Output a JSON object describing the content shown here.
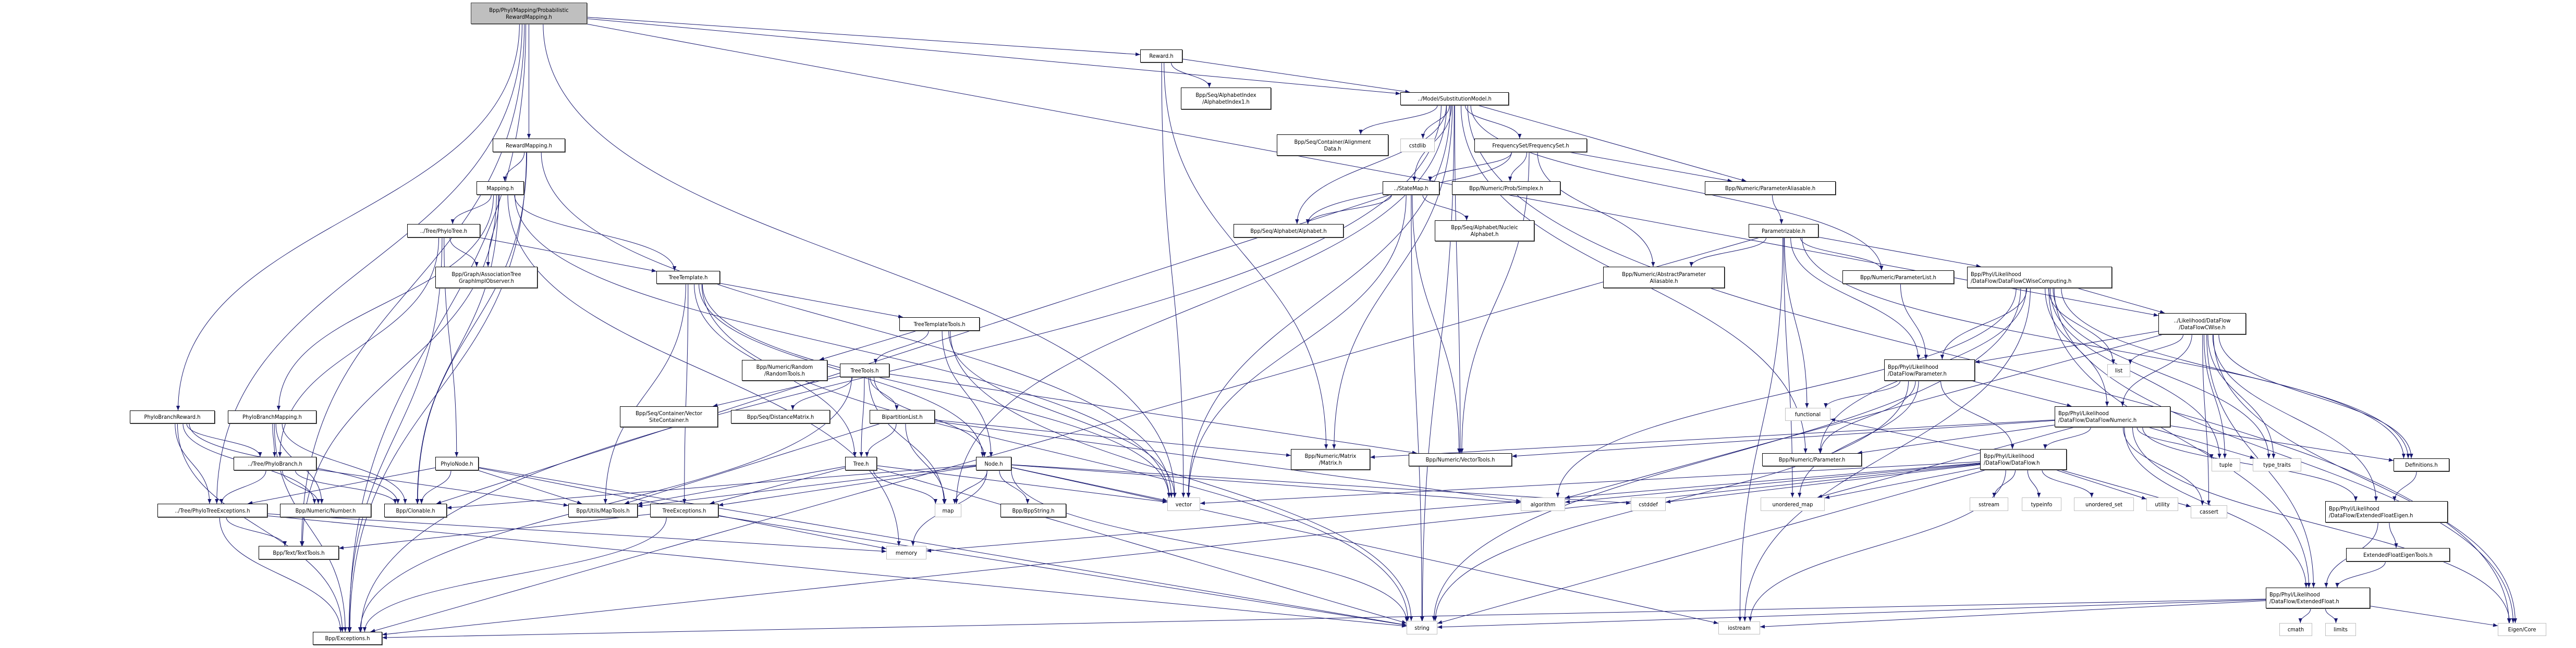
{
  "title": "Bpp/Phyl/Mapping/ProbabilisticRewardMapping.h include dependency graph",
  "colors": {
    "edge": "#191970",
    "root_fill": "#bfbfbf",
    "node_border": "#000000",
    "system_border": "#bfbfbf"
  },
  "nodes": [
    {
      "id": "root",
      "label": "Bpp/Phyl/Mapping/Probabilistic\nRewardMapping.h",
      "kind": "root"
    },
    {
      "id": "reward",
      "label": "Reward.h",
      "kind": "file"
    },
    {
      "id": "alphaidx",
      "label": "Bpp/Seq/AlphabetIndex\n/AlphabetIndex1.h",
      "kind": "file"
    },
    {
      "id": "submodel",
      "label": "../Model/SubstitutionModel.h",
      "kind": "file"
    },
    {
      "id": "rewardmapping",
      "label": "RewardMapping.h",
      "kind": "file"
    },
    {
      "id": "mapping",
      "label": "Mapping.h",
      "kind": "file"
    },
    {
      "id": "phylotree",
      "label": "../Tree/PhyloTree.h",
      "kind": "file"
    },
    {
      "id": "assoc",
      "label": "Bpp/Graph/AssociationTree\nGraphImplObserver.h",
      "kind": "file"
    },
    {
      "id": "aligndata",
      "label": "Bpp/Seq/Container/Alignment\nData.h",
      "kind": "file"
    },
    {
      "id": "cstdlib",
      "label": "cstdlib",
      "kind": "system"
    },
    {
      "id": "freqset",
      "label": "FrequencySet/FrequencySet.h",
      "kind": "file"
    },
    {
      "id": "statemap",
      "label": "../StateMap.h",
      "kind": "file"
    },
    {
      "id": "simplex",
      "label": "Bpp/Numeric/Prob/Simplex.h",
      "kind": "file"
    },
    {
      "id": "alphabet",
      "label": "Bpp/Seq/Alphabet/Alphabet.h",
      "kind": "file"
    },
    {
      "id": "nucalpha",
      "label": "Bpp/Seq/Alphabet/Nucleic\nAlphabet.h",
      "kind": "file"
    },
    {
      "id": "paramalias",
      "label": "Bpp/Numeric/ParameterAliasable.h",
      "kind": "file"
    },
    {
      "id": "parametrizable",
      "label": "Parametrizable.h",
      "kind": "file"
    },
    {
      "id": "absparamalias",
      "label": "Bpp/Numeric/AbstractParameter\nAliasable.h",
      "kind": "file"
    },
    {
      "id": "paramlist",
      "label": "Bpp/Numeric/ParameterList.h",
      "kind": "file"
    },
    {
      "id": "dfcwisecomp",
      "label": "Bpp/Phyl/Likelihood\n/DataFlow/DataFlowCWiseComputing.h",
      "kind": "file",
      "align": "left"
    },
    {
      "id": "dfcwise",
      "label": "../Likelihood/DataFlow\n/DataFlowCWise.h",
      "kind": "file"
    },
    {
      "id": "list",
      "label": "list",
      "kind": "system"
    },
    {
      "id": "dfparam",
      "label": "Bpp/Phyl/Likelihood\n/DataFlow/Parameter.h",
      "kind": "file",
      "align": "left"
    },
    {
      "id": "functional",
      "label": "functional",
      "kind": "system"
    },
    {
      "id": "dfnumeric",
      "label": "Bpp/Phyl/Likelihood\n/DataFlow/DataFlowNumeric.h",
      "kind": "file",
      "align": "left"
    },
    {
      "id": "numparam",
      "label": "Bpp/Numeric/Parameter.h",
      "kind": "file"
    },
    {
      "id": "dataflow",
      "label": "Bpp/Phyl/Likelihood\n/DataFlow/DataFlow.h",
      "kind": "file",
      "align": "left"
    },
    {
      "id": "unordered_map",
      "label": "unordered_map",
      "kind": "system"
    },
    {
      "id": "sstream",
      "label": "sstream",
      "kind": "system"
    },
    {
      "id": "typeinfo",
      "label": "typeinfo",
      "kind": "system"
    },
    {
      "id": "unordered_set",
      "label": "unordered_set",
      "kind": "system"
    },
    {
      "id": "utility",
      "label": "utility",
      "kind": "system"
    },
    {
      "id": "tuple",
      "label": "tuple",
      "kind": "system"
    },
    {
      "id": "type_traits",
      "label": "type_traits",
      "kind": "system"
    },
    {
      "id": "definitions",
      "label": "Definitions.h",
      "kind": "file"
    },
    {
      "id": "cassert",
      "label": "cassert",
      "kind": "system"
    },
    {
      "id": "extfloateigen",
      "label": "Bpp/Phyl/Likelihood\n/DataFlow/ExtendedFloatEigen.h",
      "kind": "file",
      "align": "left"
    },
    {
      "id": "extfloateigentools",
      "label": "ExtendedFloatEigenTools.h",
      "kind": "file"
    },
    {
      "id": "extfloat",
      "label": "Bpp/Phyl/Likelihood\n/DataFlow/ExtendedFloat.h",
      "kind": "file",
      "align": "left"
    },
    {
      "id": "cmath",
      "label": "cmath",
      "kind": "system"
    },
    {
      "id": "limits",
      "label": "limits",
      "kind": "system"
    },
    {
      "id": "eigencore",
      "label": "Eigen/Core",
      "kind": "system"
    },
    {
      "id": "iostream",
      "label": "iostream",
      "kind": "system"
    },
    {
      "id": "string",
      "label": "string",
      "kind": "system"
    },
    {
      "id": "vector",
      "label": "vector",
      "kind": "system"
    },
    {
      "id": "algorithm",
      "label": "algorithm",
      "kind": "system"
    },
    {
      "id": "cstddef",
      "label": "cstddef",
      "kind": "system"
    },
    {
      "id": "matrix",
      "label": "Bpp/Numeric/Matrix\n/Matrix.h",
      "kind": "file"
    },
    {
      "id": "vectortools",
      "label": "Bpp/Numeric/VectorTools.h",
      "kind": "file"
    },
    {
      "id": "treetemplate",
      "label": "TreeTemplate.h",
      "kind": "file"
    },
    {
      "id": "treetemplatetools",
      "label": "TreeTemplateTools.h",
      "kind": "file"
    },
    {
      "id": "randomtools",
      "label": "Bpp/Numeric/Random\n/RandomTools.h",
      "kind": "file"
    },
    {
      "id": "treetools",
      "label": "TreeTools.h",
      "kind": "file"
    },
    {
      "id": "vsc",
      "label": "Bpp/Seq/Container/Vector\nSiteContainer.h",
      "kind": "file"
    },
    {
      "id": "distmatrix",
      "label": "Bpp/Seq/DistanceMatrix.h",
      "kind": "file"
    },
    {
      "id": "bipartition",
      "label": "BipartitionList.h",
      "kind": "file"
    },
    {
      "id": "tree",
      "label": "Tree.h",
      "kind": "file"
    },
    {
      "id": "node",
      "label": "Node.h",
      "kind": "file"
    },
    {
      "id": "maptools",
      "label": "Bpp/Utils/MapTools.h",
      "kind": "file"
    },
    {
      "id": "treeexc",
      "label": "TreeExceptions.h",
      "kind": "file"
    },
    {
      "id": "map",
      "label": "map",
      "kind": "system"
    },
    {
      "id": "bppstring",
      "label": "Bpp/BppString.h",
      "kind": "file"
    },
    {
      "id": "memory",
      "label": "memory",
      "kind": "system"
    },
    {
      "id": "pbreward",
      "label": "PhyloBranchReward.h",
      "kind": "file"
    },
    {
      "id": "pbmapping",
      "label": "PhyloBranchMapping.h",
      "kind": "file"
    },
    {
      "id": "phylobranch",
      "label": "../Tree/PhyloBranch.h",
      "kind": "file"
    },
    {
      "id": "phylonode",
      "label": "PhyloNode.h",
      "kind": "file"
    },
    {
      "id": "phylotreeexc",
      "label": "../Tree/PhyloTreeExceptions.h",
      "kind": "file"
    },
    {
      "id": "number",
      "label": "Bpp/Numeric/Number.h",
      "kind": "file"
    },
    {
      "id": "clonable",
      "label": "Bpp/Clonable.h",
      "kind": "file"
    },
    {
      "id": "texttools",
      "label": "Bpp/Text/TextTools.h",
      "kind": "file"
    },
    {
      "id": "exceptions",
      "label": "Bpp/Exceptions.h",
      "kind": "file"
    }
  ],
  "edges": [
    [
      "root",
      "reward"
    ],
    [
      "root",
      "rewardmapping"
    ],
    [
      "root",
      "submodel"
    ],
    [
      "root",
      "pbreward"
    ],
    [
      "root",
      "phylotreeexc"
    ],
    [
      "root",
      "exceptions"
    ],
    [
      "root",
      "texttools"
    ],
    [
      "root",
      "vector"
    ],
    [
      "root",
      "dfcwise"
    ],
    [
      "reward",
      "alphaidx"
    ],
    [
      "reward",
      "submodel"
    ],
    [
      "reward",
      "matrix"
    ],
    [
      "reward",
      "vector"
    ],
    [
      "submodel",
      "aligndata"
    ],
    [
      "submodel",
      "cstdlib"
    ],
    [
      "submodel",
      "freqset"
    ],
    [
      "submodel",
      "statemap"
    ],
    [
      "submodel",
      "alphabet"
    ],
    [
      "submodel",
      "paramalias"
    ],
    [
      "submodel",
      "paramlist"
    ],
    [
      "submodel",
      "matrix"
    ],
    [
      "submodel",
      "vectortools"
    ],
    [
      "submodel",
      "numparam"
    ],
    [
      "submodel",
      "eigencore"
    ],
    [
      "submodel",
      "exceptions"
    ],
    [
      "submodel",
      "string"
    ],
    [
      "submodel",
      "map"
    ],
    [
      "submodel",
      "vector"
    ],
    [
      "freqset",
      "statemap"
    ],
    [
      "freqset",
      "simplex"
    ],
    [
      "freqset",
      "alphabet"
    ],
    [
      "freqset",
      "paramalias"
    ],
    [
      "freqset",
      "absparamalias"
    ],
    [
      "freqset",
      "vectortools"
    ],
    [
      "statemap",
      "alphabet"
    ],
    [
      "statemap",
      "nucalpha"
    ],
    [
      "statemap",
      "clonable"
    ],
    [
      "statemap",
      "vectortools"
    ],
    [
      "statemap",
      "string"
    ],
    [
      "statemap",
      "vector"
    ],
    [
      "paramalias",
      "parametrizable"
    ],
    [
      "parametrizable",
      "absparamalias"
    ],
    [
      "parametrizable",
      "paramlist"
    ],
    [
      "parametrizable",
      "dfcwisecomp"
    ],
    [
      "parametrizable",
      "dfparam"
    ],
    [
      "parametrizable",
      "functional"
    ],
    [
      "parametrizable",
      "iostream"
    ],
    [
      "parametrizable",
      "unordered_map"
    ],
    [
      "parametrizable",
      "exceptions"
    ],
    [
      "parametrizable",
      "definitions"
    ],
    [
      "paramlist",
      "dfparam"
    ],
    [
      "dfcwisecomp",
      "dfcwise"
    ],
    [
      "dfcwisecomp",
      "dfparam"
    ],
    [
      "dfcwisecomp",
      "list"
    ],
    [
      "dfcwisecomp",
      "dfnumeric"
    ],
    [
      "dfcwisecomp",
      "numparam"
    ],
    [
      "dfcwisecomp",
      "definitions"
    ],
    [
      "dfcwisecomp",
      "tuple"
    ],
    [
      "dfcwisecomp",
      "type_traits"
    ],
    [
      "dfcwisecomp",
      "eigencore"
    ],
    [
      "dfcwisecomp",
      "extfloat"
    ],
    [
      "dfcwisecomp",
      "string"
    ],
    [
      "dfcwisecomp",
      "algorithm"
    ],
    [
      "dfcwisecomp",
      "iostream"
    ],
    [
      "dfcwise",
      "list"
    ],
    [
      "dfcwise",
      "dfparam"
    ],
    [
      "dfcwise",
      "dfnumeric"
    ],
    [
      "dfcwise",
      "tuple"
    ],
    [
      "dfcwise",
      "type_traits"
    ],
    [
      "dfcwise",
      "cassert"
    ],
    [
      "dfcwise",
      "definitions"
    ],
    [
      "dfcwise",
      "extfloateigen"
    ],
    [
      "dfcwise",
      "extfloat"
    ],
    [
      "dfcwise",
      "eigencore"
    ],
    [
      "dfcwise",
      "algorithm"
    ],
    [
      "dfparam",
      "functional"
    ],
    [
      "dfparam",
      "numparam"
    ],
    [
      "dfparam",
      "dfnumeric"
    ],
    [
      "dfparam",
      "dataflow"
    ],
    [
      "dfparam",
      "unordered_map"
    ],
    [
      "dfparam",
      "string"
    ],
    [
      "dfnumeric",
      "dataflow"
    ],
    [
      "dfnumeric",
      "numparam"
    ],
    [
      "dfnumeric",
      "tuple"
    ],
    [
      "dfnumeric",
      "type_traits"
    ],
    [
      "dfnumeric",
      "cassert"
    ],
    [
      "dfnumeric",
      "definitions"
    ],
    [
      "dfnumeric",
      "extfloateigen"
    ],
    [
      "dfnumeric",
      "extfloat"
    ],
    [
      "dfnumeric",
      "eigencore"
    ],
    [
      "dfnumeric",
      "vectortools"
    ],
    [
      "dfnumeric",
      "matrix"
    ],
    [
      "dfnumeric",
      "unordered_map"
    ],
    [
      "dataflow",
      "sstream"
    ],
    [
      "dataflow",
      "typeinfo"
    ],
    [
      "dataflow",
      "unordered_set"
    ],
    [
      "dataflow",
      "utility"
    ],
    [
      "dataflow",
      "unordered_map"
    ],
    [
      "dataflow",
      "cassert"
    ],
    [
      "dataflow",
      "iostream"
    ],
    [
      "dataflow",
      "string"
    ],
    [
      "dataflow",
      "memory"
    ],
    [
      "dataflow",
      "exceptions"
    ],
    [
      "dataflow",
      "vector"
    ],
    [
      "dataflow",
      "cstddef"
    ],
    [
      "dataflow",
      "algorithm"
    ],
    [
      "dataflow",
      "functional"
    ],
    [
      "definitions",
      "extfloateigen"
    ],
    [
      "extfloateigen",
      "extfloateigentools"
    ],
    [
      "extfloateigen",
      "extfloat"
    ],
    [
      "extfloateigentools",
      "extfloat"
    ],
    [
      "extfloat",
      "cmath"
    ],
    [
      "extfloat",
      "limits"
    ],
    [
      "extfloat",
      "eigencore"
    ],
    [
      "extfloat",
      "iostream"
    ],
    [
      "extfloat",
      "string"
    ],
    [
      "extfloat",
      "exceptions"
    ],
    [
      "rewardmapping",
      "mapping"
    ],
    [
      "rewardmapping",
      "clonable"
    ],
    [
      "rewardmapping",
      "vector"
    ],
    [
      "rewardmapping",
      "exceptions"
    ],
    [
      "mapping",
      "phylotree"
    ],
    [
      "mapping",
      "assoc"
    ],
    [
      "mapping",
      "pbmapping"
    ],
    [
      "mapping",
      "clonable"
    ],
    [
      "mapping",
      "treetemplate"
    ],
    [
      "mapping",
      "vector"
    ],
    [
      "mapping",
      "memory"
    ],
    [
      "mapping",
      "texttools"
    ],
    [
      "phylotree",
      "assoc"
    ],
    [
      "phylotree",
      "phylobranch"
    ],
    [
      "phylotree",
      "phylonode"
    ],
    [
      "phylotree",
      "treetemplate"
    ],
    [
      "phylotree",
      "exceptions"
    ],
    [
      "treetemplate",
      "treetemplatetools"
    ],
    [
      "treetemplate",
      "treeexc"
    ],
    [
      "treetemplate",
      "tree"
    ],
    [
      "treetemplate",
      "node"
    ],
    [
      "treetemplate",
      "string"
    ],
    [
      "treetemplate",
      "vector"
    ],
    [
      "treetemplate",
      "maptools"
    ],
    [
      "treetemplatetools",
      "randomtools"
    ],
    [
      "treetemplatetools",
      "treetools"
    ],
    [
      "treetemplatetools",
      "node"
    ],
    [
      "treetemplatetools",
      "string"
    ],
    [
      "treetemplatetools",
      "vector"
    ],
    [
      "treetools",
      "vsc"
    ],
    [
      "treetools",
      "distmatrix"
    ],
    [
      "treetools",
      "bipartition"
    ],
    [
      "treetools",
      "tree"
    ],
    [
      "treetools",
      "node"
    ],
    [
      "treetools",
      "vectortools"
    ],
    [
      "treetools",
      "exceptions"
    ],
    [
      "treetools",
      "map"
    ],
    [
      "bipartition",
      "tree"
    ],
    [
      "bipartition",
      "matrix"
    ],
    [
      "bipartition",
      "maptools"
    ],
    [
      "bipartition",
      "map"
    ],
    [
      "bipartition",
      "algorithm"
    ],
    [
      "tree",
      "treeexc"
    ],
    [
      "tree",
      "map"
    ],
    [
      "tree",
      "string"
    ],
    [
      "tree",
      "vector"
    ],
    [
      "tree",
      "maptools"
    ],
    [
      "node",
      "treeexc"
    ],
    [
      "node",
      "map"
    ],
    [
      "node",
      "bppstring"
    ],
    [
      "node",
      "memory"
    ],
    [
      "node",
      "maptools"
    ],
    [
      "node",
      "clonable"
    ],
    [
      "node",
      "string"
    ],
    [
      "node",
      "vector"
    ],
    [
      "node",
      "iostream"
    ],
    [
      "node",
      "algorithm"
    ],
    [
      "node",
      "cstddef"
    ],
    [
      "treeexc",
      "exceptions"
    ],
    [
      "treeexc",
      "texttools"
    ],
    [
      "treeexc",
      "string"
    ],
    [
      "pbreward",
      "phylobranch"
    ],
    [
      "pbreward",
      "phylotreeexc"
    ],
    [
      "pbreward",
      "number"
    ],
    [
      "pbreward",
      "clonable"
    ],
    [
      "pbreward",
      "exceptions"
    ],
    [
      "pbmapping",
      "phylobranch"
    ],
    [
      "pbmapping",
      "number"
    ],
    [
      "pbmapping",
      "clonable"
    ],
    [
      "pbmapping",
      "exceptions"
    ],
    [
      "phylobranch",
      "phylotreeexc"
    ],
    [
      "phylobranch",
      "number"
    ],
    [
      "phylobranch",
      "clonable"
    ],
    [
      "phylobranch",
      "maptools"
    ],
    [
      "phylonode",
      "phylotreeexc"
    ],
    [
      "phylonode",
      "clonable"
    ],
    [
      "phylonode",
      "maptools"
    ],
    [
      "phylonode",
      "memory"
    ],
    [
      "phylonode",
      "string"
    ],
    [
      "phylotreeexc",
      "texttools"
    ],
    [
      "phylotreeexc",
      "exceptions"
    ],
    [
      "phylotreeexc",
      "string"
    ],
    [
      "phylotreeexc",
      "memory"
    ]
  ]
}
